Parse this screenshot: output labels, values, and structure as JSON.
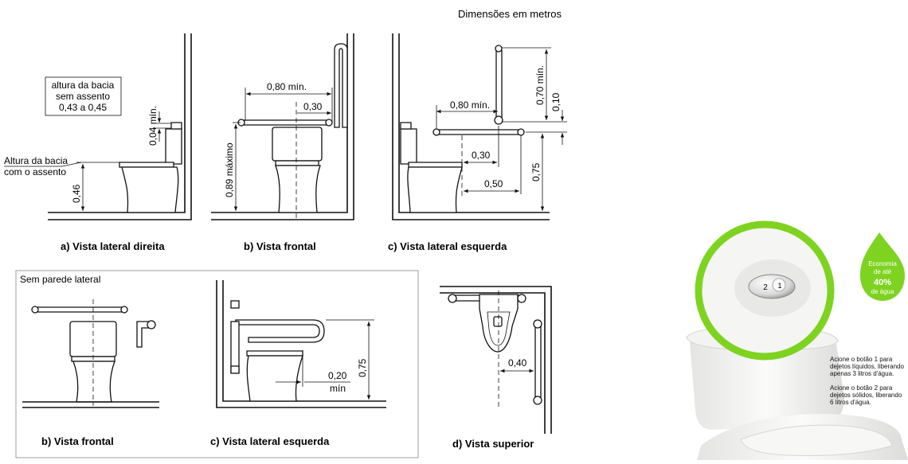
{
  "header": {
    "units_note": "Dimensões em metros"
  },
  "views": {
    "a": {
      "caption": "a) Vista lateral direita",
      "note": [
        "altura da bacia",
        "sem assento",
        "0,43 a 0,45"
      ],
      "seat_label": [
        "Altura da bacia",
        "com o assento"
      ],
      "dim_046": "0,46",
      "dim_004": "0,04 mín."
    },
    "b": {
      "caption": "b) Vista frontal",
      "dim_080": "0,80 mín.",
      "dim_030": "0,30",
      "dim_089": "0,89 máximo"
    },
    "c": {
      "caption": "c) Vista lateral esquerda",
      "dim_080": "0,80 mín.",
      "dim_070": "0,70 mín.",
      "dim_010": "0,10",
      "dim_030": "0,30",
      "dim_050": "0,50",
      "dim_075": "0,75"
    }
  },
  "no_wall": {
    "label": "Sem parede lateral",
    "caption_b": "b) Vista frontal",
    "caption_c": "c) Vista lateral esquerda",
    "dim_075": "0,75",
    "dim_020": "0,20",
    "dim_min": "mín"
  },
  "top_view": {
    "caption": "d) Vista superior",
    "dim_040": "0,40"
  },
  "product": {
    "drop": [
      "Economia",
      "de até",
      "40%",
      "de água"
    ],
    "button_1": "1",
    "button_2": "2",
    "info_1": [
      "Acione o botão 1 para",
      "dejetos líquidos, liberando",
      "apenas 3 litros d'água."
    ],
    "info_2": [
      "Acione o botão 2 para",
      "dejetos sólidos, liberando",
      "6 litros d'água."
    ],
    "accent": "#7ed321"
  }
}
